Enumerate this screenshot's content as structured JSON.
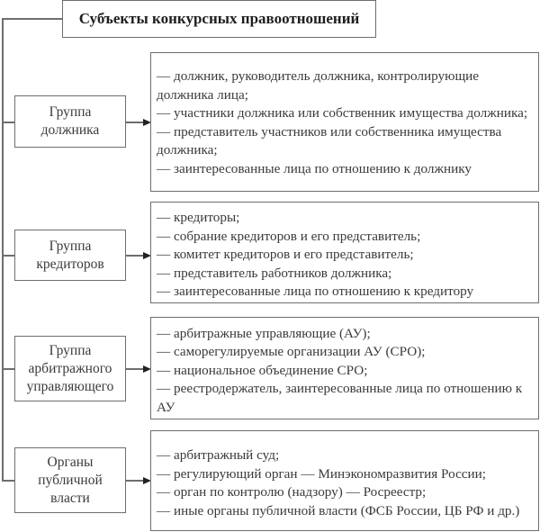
{
  "title": "Субъекты конкурсных правоотношений",
  "groups": [
    {
      "label": "Группа должника",
      "label_lines": [
        "Группа",
        "должника"
      ],
      "items": [
        "— должник, руководитель должника, контролирующие должника лица;",
        "— участники должника или собственник имущества должника;",
        "— представитель участников или собственника имущества должника;",
        "— заинтересованные лица по отношению к должнику"
      ]
    },
    {
      "label": "Группа кредиторов",
      "label_lines": [
        "Группа",
        "кредиторов"
      ],
      "items": [
        "— кредиторы;",
        "— собрание кредиторов и его представитель;",
        "— комитет кредиторов и его представитель;",
        "— представитель работников должника;",
        "— заинтересованные лица по отношению к кредитору"
      ]
    },
    {
      "label": "Группа арбитражного управляющего",
      "label_lines": [
        "Группа",
        "арбитражного",
        "управляющего"
      ],
      "items": [
        "— арбитражные управляющие (АУ);",
        "— саморегулируемые организации АУ (СРО);",
        "— национальное объединение СРО;",
        "— реестродержатель, заинтересованные лица по отношению к АУ"
      ]
    },
    {
      "label": "Органы публичной власти",
      "label_lines": [
        "Органы",
        "публичной",
        "власти"
      ],
      "items": [
        "— арбитражный суд;",
        "— регулирующий орган — Минэкономразвития России;",
        "— орган по контролю (надзору) — Росреестр;",
        "— иные органы публичной власти (ФСБ России, ЦБ РФ и др.)"
      ]
    }
  ],
  "colors": {
    "border": "#6e6e6e",
    "text": "#3a3a3a",
    "title_text": "#1e1e1e",
    "arrow": "#222222"
  }
}
